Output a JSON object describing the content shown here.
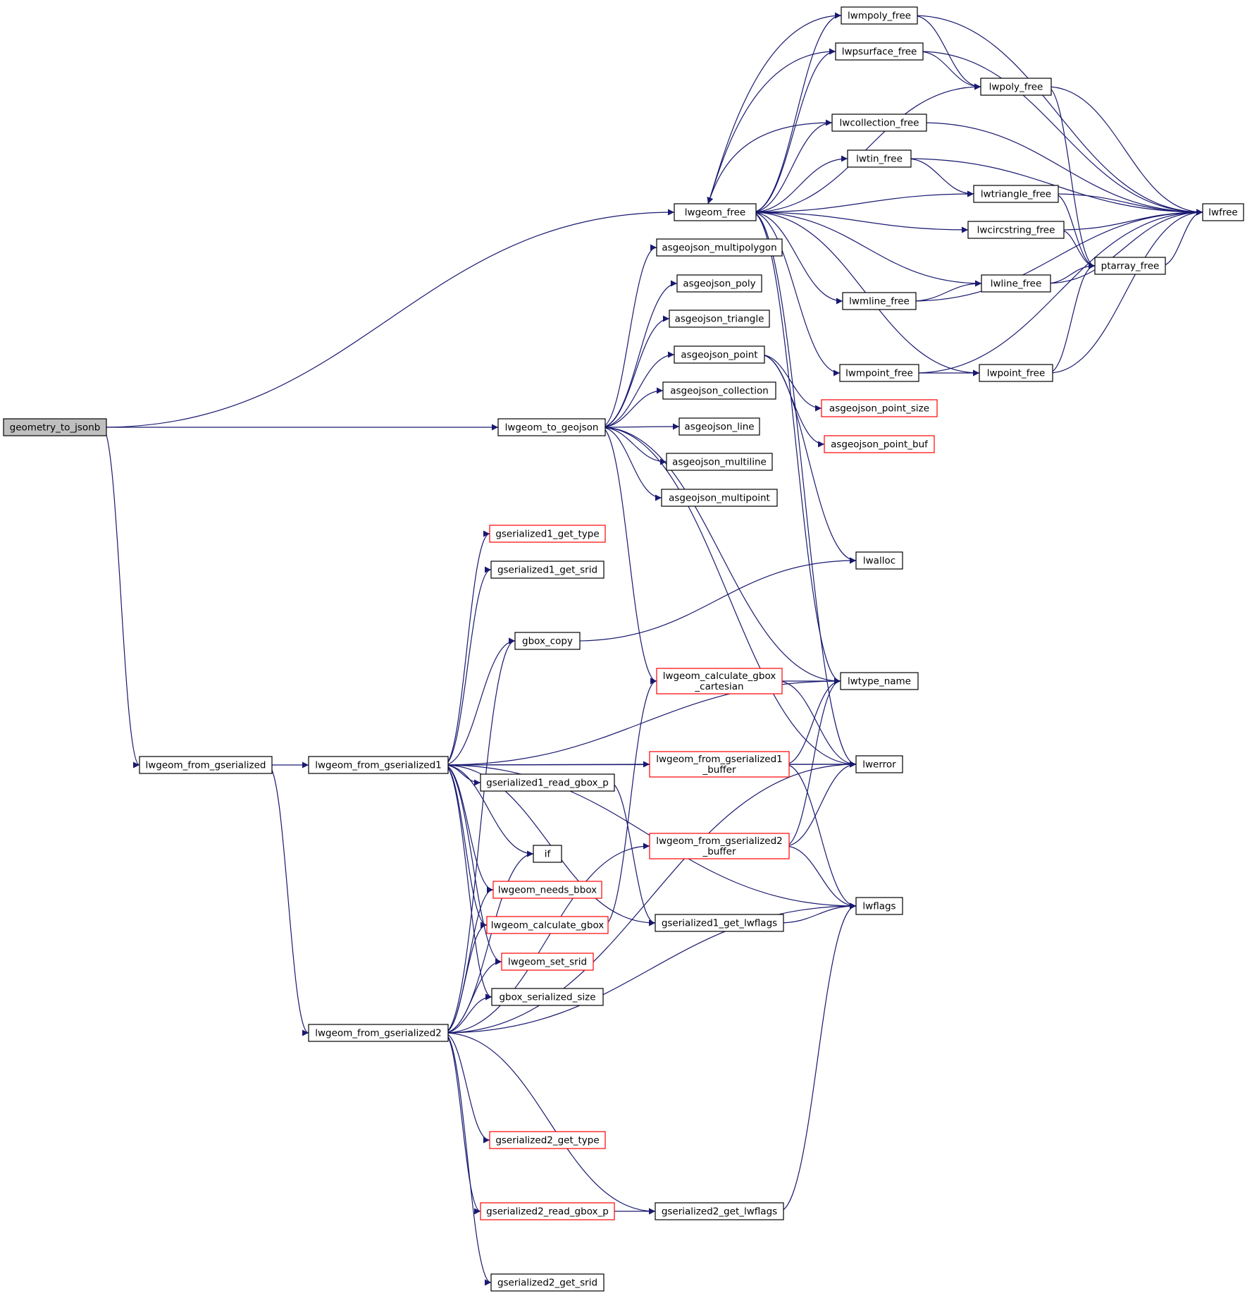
{
  "colors": {
    "edge": "#191970",
    "border_normal": "#000000",
    "border_truncated": "#ff0000",
    "fill_normal": "#ffffff",
    "fill_root": "#bfbfbf",
    "text": "#000000"
  },
  "nodes": [
    {
      "id": "geometry_to_jsonb",
      "label": "geometry_to_jsonb",
      "style": "root"
    },
    {
      "id": "lwgeom_free",
      "label": "lwgeom_free",
      "style": "normal"
    },
    {
      "id": "lwgeom_to_geojson",
      "label": "lwgeom_to_geojson",
      "style": "normal"
    },
    {
      "id": "lwgeom_from_gserialized",
      "label": "lwgeom_from_gserialized",
      "style": "normal"
    },
    {
      "id": "lwgeom_from_gserialized1",
      "label": "lwgeom_from_gserialized1",
      "style": "normal"
    },
    {
      "id": "lwgeom_from_gserialized2",
      "label": "lwgeom_from_gserialized2",
      "style": "normal"
    },
    {
      "id": "lwmpoly_free",
      "label": "lwmpoly_free",
      "style": "normal"
    },
    {
      "id": "lwpsurface_free",
      "label": "lwpsurface_free",
      "style": "normal"
    },
    {
      "id": "lwpoly_free",
      "label": "lwpoly_free",
      "style": "normal"
    },
    {
      "id": "lwcollection_free",
      "label": "lwcollection_free",
      "style": "normal"
    },
    {
      "id": "lwtin_free",
      "label": "lwtin_free",
      "style": "normal"
    },
    {
      "id": "lwtriangle_free",
      "label": "lwtriangle_free",
      "style": "normal"
    },
    {
      "id": "lwfree",
      "label": "lwfree",
      "style": "normal"
    },
    {
      "id": "lwcircstring_free",
      "label": "lwcircstring_free",
      "style": "normal"
    },
    {
      "id": "ptarray_free",
      "label": "ptarray_free",
      "style": "normal"
    },
    {
      "id": "lwline_free",
      "label": "lwline_free",
      "style": "normal"
    },
    {
      "id": "lwmline_free",
      "label": "lwmline_free",
      "style": "normal"
    },
    {
      "id": "lwmpoint_free",
      "label": "lwmpoint_free",
      "style": "normal"
    },
    {
      "id": "lwpoint_free",
      "label": "lwpoint_free",
      "style": "normal"
    },
    {
      "id": "asgeojson_multipolygon",
      "label": "asgeojson_multipolygon",
      "style": "normal"
    },
    {
      "id": "asgeojson_poly",
      "label": "asgeojson_poly",
      "style": "normal"
    },
    {
      "id": "asgeojson_triangle",
      "label": "asgeojson_triangle",
      "style": "normal"
    },
    {
      "id": "asgeojson_point",
      "label": "asgeojson_point",
      "style": "normal"
    },
    {
      "id": "asgeojson_collection",
      "label": "asgeojson_collection",
      "style": "normal"
    },
    {
      "id": "asgeojson_line",
      "label": "asgeojson_line",
      "style": "normal"
    },
    {
      "id": "asgeojson_multiline",
      "label": "asgeojson_multiline",
      "style": "normal"
    },
    {
      "id": "asgeojson_multipoint",
      "label": "asgeojson_multipoint",
      "style": "normal"
    },
    {
      "id": "asgeojson_point_size",
      "label": "asgeojson_point_size",
      "style": "truncated"
    },
    {
      "id": "asgeojson_point_buf",
      "label": "asgeojson_point_buf",
      "style": "truncated"
    },
    {
      "id": "lwalloc",
      "label": "lwalloc",
      "style": "normal"
    },
    {
      "id": "lwtype_name",
      "label": "lwtype_name",
      "style": "normal"
    },
    {
      "id": "lwerror",
      "label": "lwerror",
      "style": "normal"
    },
    {
      "id": "lwflags",
      "label": "lwflags",
      "style": "normal"
    },
    {
      "id": "gserialized1_get_type",
      "label": "gserialized1_get_type",
      "style": "truncated"
    },
    {
      "id": "gserialized1_get_srid",
      "label": "gserialized1_get_srid",
      "style": "normal"
    },
    {
      "id": "gbox_copy",
      "label": "gbox_copy",
      "style": "normal"
    },
    {
      "id": "lwgeom_calculate_gbox_cartesian",
      "label": [
        "lwgeom_calculate_gbox",
        "_cartesian"
      ],
      "style": "truncated"
    },
    {
      "id": "lwgeom_from_gserialized1_buffer",
      "label": [
        "lwgeom_from_gserialized1",
        "_buffer"
      ],
      "style": "truncated"
    },
    {
      "id": "lwgeom_from_gserialized2_buffer",
      "label": [
        "lwgeom_from_gserialized2",
        "_buffer"
      ],
      "style": "truncated"
    },
    {
      "id": "gserialized1_read_gbox_p",
      "label": "gserialized1_read_gbox_p",
      "style": "normal"
    },
    {
      "id": "if",
      "label": "if",
      "style": "normal"
    },
    {
      "id": "lwgeom_needs_bbox",
      "label": "lwgeom_needs_bbox",
      "style": "truncated"
    },
    {
      "id": "lwgeom_calculate_gbox",
      "label": "lwgeom_calculate_gbox",
      "style": "truncated"
    },
    {
      "id": "lwgeom_set_srid",
      "label": "lwgeom_set_srid",
      "style": "truncated"
    },
    {
      "id": "gbox_serialized_size",
      "label": "gbox_serialized_size",
      "style": "normal"
    },
    {
      "id": "gserialized1_get_lwflags",
      "label": "gserialized1_get_lwflags",
      "style": "normal"
    },
    {
      "id": "gserialized2_get_type",
      "label": "gserialized2_get_type",
      "style": "truncated"
    },
    {
      "id": "gserialized2_read_gbox_p",
      "label": "gserialized2_read_gbox_p",
      "style": "truncated"
    },
    {
      "id": "gserialized2_get_lwflags",
      "label": "gserialized2_get_lwflags",
      "style": "normal"
    },
    {
      "id": "gserialized2_get_srid",
      "label": "gserialized2_get_srid",
      "style": "normal"
    }
  ],
  "edges": [
    [
      "geometry_to_jsonb",
      "lwgeom_free"
    ],
    [
      "geometry_to_jsonb",
      "lwgeom_to_geojson"
    ],
    [
      "geometry_to_jsonb",
      "lwgeom_from_gserialized"
    ],
    [
      "lwgeom_free",
      "lwmpoly_free"
    ],
    [
      "lwgeom_free",
      "lwpsurface_free"
    ],
    [
      "lwgeom_free",
      "lwpoly_free"
    ],
    [
      "lwgeom_free",
      "lwcollection_free"
    ],
    [
      "lwgeom_free",
      "lwtin_free"
    ],
    [
      "lwgeom_free",
      "lwtriangle_free"
    ],
    [
      "lwgeom_free",
      "lwcircstring_free"
    ],
    [
      "lwgeom_free",
      "lwline_free"
    ],
    [
      "lwgeom_free",
      "lwmline_free"
    ],
    [
      "lwgeom_free",
      "lwmpoint_free"
    ],
    [
      "lwgeom_free",
      "lwpoint_free"
    ],
    [
      "lwgeom_free",
      "lwtype_name"
    ],
    [
      "lwgeom_free",
      "lwerror"
    ],
    [
      "lwmpoly_free",
      "lwgeom_free"
    ],
    [
      "lwmpoly_free",
      "lwpoly_free"
    ],
    [
      "lwmpoly_free",
      "lwfree"
    ],
    [
      "lwpsurface_free",
      "lwgeom_free"
    ],
    [
      "lwpsurface_free",
      "lwpoly_free"
    ],
    [
      "lwpsurface_free",
      "lwfree"
    ],
    [
      "lwcollection_free",
      "lwgeom_free"
    ],
    [
      "lwcollection_free",
      "lwfree"
    ],
    [
      "lwtin_free",
      "lwtriangle_free"
    ],
    [
      "lwtin_free",
      "lwfree"
    ],
    [
      "lwpoly_free",
      "ptarray_free"
    ],
    [
      "lwpoly_free",
      "lwfree"
    ],
    [
      "lwtriangle_free",
      "ptarray_free"
    ],
    [
      "lwtriangle_free",
      "lwfree"
    ],
    [
      "lwcircstring_free",
      "ptarray_free"
    ],
    [
      "lwcircstring_free",
      "lwfree"
    ],
    [
      "lwmline_free",
      "lwline_free"
    ],
    [
      "lwmline_free",
      "lwfree"
    ],
    [
      "lwline_free",
      "ptarray_free"
    ],
    [
      "lwline_free",
      "lwfree"
    ],
    [
      "lwmpoint_free",
      "lwpoint_free"
    ],
    [
      "lwmpoint_free",
      "lwfree"
    ],
    [
      "lwpoint_free",
      "ptarray_free"
    ],
    [
      "lwpoint_free",
      "lwfree"
    ],
    [
      "ptarray_free",
      "lwfree"
    ],
    [
      "lwgeom_to_geojson",
      "asgeojson_multipolygon"
    ],
    [
      "lwgeom_to_geojson",
      "asgeojson_poly"
    ],
    [
      "lwgeom_to_geojson",
      "asgeojson_triangle"
    ],
    [
      "lwgeom_to_geojson",
      "asgeojson_point"
    ],
    [
      "lwgeom_to_geojson",
      "asgeojson_collection"
    ],
    [
      "lwgeom_to_geojson",
      "asgeojson_line"
    ],
    [
      "lwgeom_to_geojson",
      "asgeojson_multiline"
    ],
    [
      "lwgeom_to_geojson",
      "asgeojson_multipoint"
    ],
    [
      "lwgeom_to_geojson",
      "lwgeom_calculate_gbox_cartesian"
    ],
    [
      "lwgeom_to_geojson",
      "lwtype_name"
    ],
    [
      "lwgeom_to_geojson",
      "lwerror"
    ],
    [
      "asgeojson_point",
      "asgeojson_point_size"
    ],
    [
      "asgeojson_point",
      "asgeojson_point_buf"
    ],
    [
      "asgeojson_point",
      "lwalloc"
    ],
    [
      "lwgeom_from_gserialized",
      "lwgeom_from_gserialized1"
    ],
    [
      "lwgeom_from_gserialized",
      "lwgeom_from_gserialized2"
    ],
    [
      "lwgeom_from_gserialized1",
      "gserialized1_get_type"
    ],
    [
      "lwgeom_from_gserialized1",
      "gserialized1_get_srid"
    ],
    [
      "lwgeom_from_gserialized1",
      "gbox_copy"
    ],
    [
      "lwgeom_from_gserialized1",
      "lwtype_name"
    ],
    [
      "lwgeom_from_gserialized1",
      "lwgeom_from_gserialized1_buffer"
    ],
    [
      "lwgeom_from_gserialized1",
      "lwerror"
    ],
    [
      "lwgeom_from_gserialized1",
      "gserialized1_read_gbox_p"
    ],
    [
      "lwgeom_from_gserialized1",
      "if"
    ],
    [
      "lwgeom_from_gserialized1",
      "lwgeom_needs_bbox"
    ],
    [
      "lwgeom_from_gserialized1",
      "lwgeom_calculate_gbox"
    ],
    [
      "lwgeom_from_gserialized1",
      "lwgeom_set_srid"
    ],
    [
      "lwgeom_from_gserialized1",
      "gbox_serialized_size"
    ],
    [
      "lwgeom_from_gserialized1",
      "gserialized1_get_lwflags"
    ],
    [
      "lwgeom_from_gserialized1",
      "lwflags"
    ],
    [
      "gserialized1_read_gbox_p",
      "gserialized1_get_lwflags"
    ],
    [
      "gbox_copy",
      "lwalloc"
    ],
    [
      "lwgeom_calculate_gbox",
      "lwgeom_calculate_gbox_cartesian"
    ],
    [
      "lwgeom_calculate_gbox_cartesian",
      "lwtype_name"
    ],
    [
      "lwgeom_calculate_gbox_cartesian",
      "lwerror"
    ],
    [
      "lwgeom_from_gserialized1_buffer",
      "lwtype_name"
    ],
    [
      "lwgeom_from_gserialized1_buffer",
      "lwerror"
    ],
    [
      "lwgeom_from_gserialized1_buffer",
      "lwflags"
    ],
    [
      "lwgeom_from_gserialized2_buffer",
      "lwtype_name"
    ],
    [
      "lwgeom_from_gserialized2_buffer",
      "lwerror"
    ],
    [
      "lwgeom_from_gserialized2_buffer",
      "lwflags"
    ],
    [
      "gserialized1_get_lwflags",
      "lwflags"
    ],
    [
      "lwgeom_from_gserialized2",
      "gbox_copy"
    ],
    [
      "lwgeom_from_gserialized2",
      "if"
    ],
    [
      "lwgeom_from_gserialized2",
      "lwgeom_needs_bbox"
    ],
    [
      "lwgeom_from_gserialized2",
      "lwgeom_calculate_gbox"
    ],
    [
      "lwgeom_from_gserialized2",
      "lwgeom_set_srid"
    ],
    [
      "lwgeom_from_gserialized2",
      "gbox_serialized_size"
    ],
    [
      "lwgeom_from_gserialized2",
      "lwgeom_from_gserialized2_buffer"
    ],
    [
      "lwgeom_from_gserialized2",
      "lwerror"
    ],
    [
      "lwgeom_from_gserialized2",
      "gserialized2_get_type"
    ],
    [
      "lwgeom_from_gserialized2",
      "lwflags"
    ],
    [
      "lwgeom_from_gserialized2",
      "gserialized2_read_gbox_p"
    ],
    [
      "lwgeom_from_gserialized2",
      "gserialized2_get_lwflags"
    ],
    [
      "lwgeom_from_gserialized2",
      "gserialized2_get_srid"
    ],
    [
      "gserialized2_read_gbox_p",
      "gserialized2_get_lwflags"
    ],
    [
      "gserialized2_get_lwflags",
      "lwflags"
    ]
  ]
}
